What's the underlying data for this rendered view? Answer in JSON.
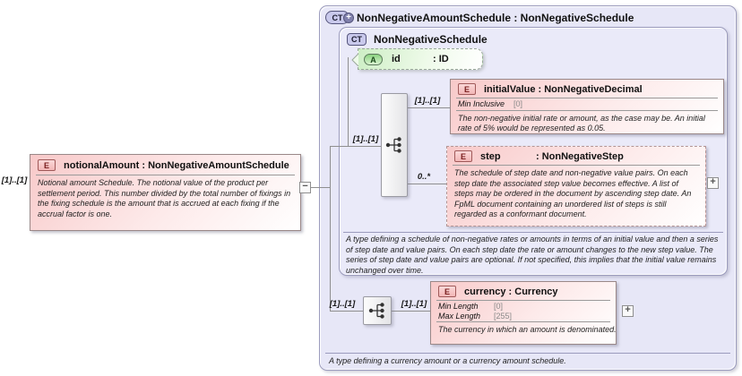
{
  "source": {
    "badge": "E",
    "title": "notionalAmount : NonNegativeAmountSchedule",
    "cardinality": "[1]..[1]",
    "description": "Notional amount Schedule. The notional value of the product per settlement period. This number divided by the total number of fixings in the fixing schedule is the amount that is accrued at each fixing if the accrual factor is one.",
    "collapse_glyph": "−"
  },
  "container": {
    "badge": "CT",
    "badge_plus": "+",
    "title": "NonNegativeAmountSchedule : NonNegativeSchedule",
    "description": "A type defining a currency amount or a currency amount schedule."
  },
  "schedule": {
    "badge": "CT",
    "title": "NonNegativeSchedule",
    "cardinality": "[1]..[1]",
    "description": "A type defining a schedule of non-negative rates or amounts in terms of an initial value and then a series of step date and value pairs. On each step date the rate or amount changes to the new step value. The series of step date and value pairs are optional. If not specified, this implies that the initial value remains unchanged over time.",
    "attribute": {
      "badge": "A",
      "name": "id",
      "type": ": ID"
    },
    "initial_value": {
      "badge": "E",
      "title": "initialValue : NonNegativeDecimal",
      "cardinality": "[1]..[1]",
      "facets": [
        {
          "name": "Min Inclusive",
          "value": "[0]"
        }
      ],
      "description": "The non-negative initial rate or amount, as the case may be. An initial rate of 5% would be represented as 0.05."
    },
    "step": {
      "badge": "E",
      "name": "step",
      "type": ": NonNegativeStep",
      "cardinality": "0..*",
      "expand_glyph": "+",
      "description": "The schedule of step date and non-negative value pairs. On each step date the associated step value becomes effective. A list of steps may be ordered in the document by ascending step date. An FpML document containing an unordered list of steps is still regarded as a conformant document."
    }
  },
  "currency_group": {
    "cardinality_in": "[1]..[1]",
    "cardinality_out": "[1]..[1]",
    "currency": {
      "badge": "E",
      "title": "currency : Currency",
      "expand_glyph": "+",
      "facets": [
        {
          "name": "Min Length",
          "value": "[0]"
        },
        {
          "name": "Max Length",
          "value": "[255]"
        }
      ],
      "description": "The currency in which an amount is denominated."
    }
  },
  "colors": {
    "element_pink": "#f8c9c9",
    "attribute_green": "#cdeec5",
    "container_lavender": "#e7e7f7",
    "line_gray": "#8f8f8f"
  }
}
